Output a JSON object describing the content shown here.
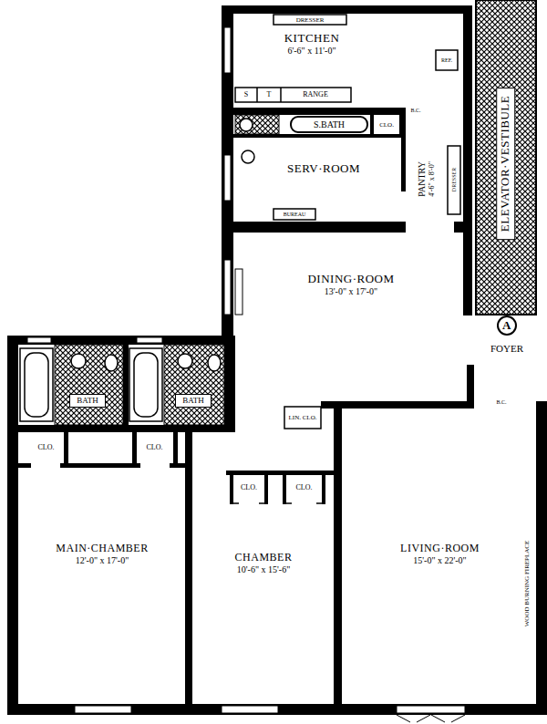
{
  "diagram": {
    "nodes": [
      {
        "text": [
          "KITCHEN",
          "6'-6\" x 11'-0\""
        ]
      },
      {
        "text": [
          "S.BATH"
        ]
      },
      {
        "text": [
          "SERV·ROOM"
        ]
      },
      {
        "text": [
          "PANTRY",
          "4'-6\" x 8'-0\""
        ]
      },
      {
        "text": [
          "ELEVATOR·VESTIBULE"
        ]
      },
      {
        "text": [
          "DINING·ROOM",
          "13'-0\" x 17'-0\""
        ]
      },
      {
        "text": [
          "A"
        ]
      },
      {
        "text": [
          "BATH"
        ]
      },
      {
        "text": [
          "BATH"
        ]
      },
      {
        "text": [
          "LIN. CLO."
        ]
      },
      {
        "text": [
          "CLO."
        ]
      },
      {
        "text": [
          "CLO."
        ]
      },
      {
        "text": [
          "CLO."
        ]
      },
      {
        "text": [
          "CLO."
        ]
      },
      {
        "text": [
          "MAIN·CHAMBER",
          "12'-0\" x 17'-0\""
        ]
      },
      {
        "text": [
          "CHAMBER",
          "10'-6\" x 15'-6\""
        ]
      },
      {
        "text": [
          "LIVING·ROOM",
          "15'-0\" x 22'-0\""
        ]
      },
      {
        "text": [
          "CLO."
        ]
      }
    ],
    "labels": [
      "DRESSER",
      "S",
      "T",
      "RANGE",
      "REF.",
      "B.C.",
      "DRESSER",
      "BUREAU",
      "FOYER",
      "B.C.",
      "WOOD BURNING FIREPLACE"
    ]
  }
}
